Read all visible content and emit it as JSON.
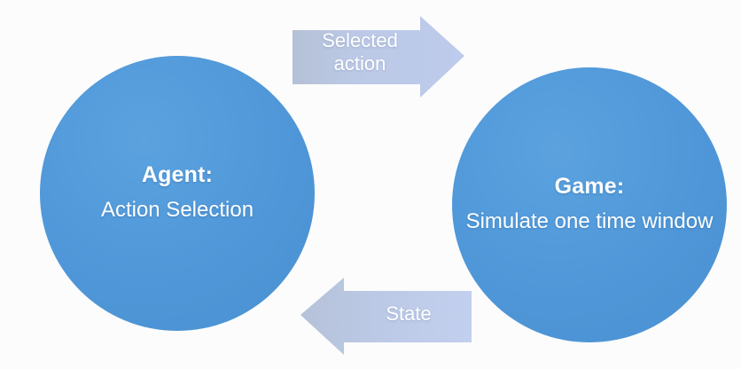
{
  "diagram": {
    "type": "cycle-diagram",
    "background_color": "#fcfcfc",
    "node_color": "#4f97d8",
    "arrow_color": "#b9c8e8",
    "label_color": "#ffffff",
    "nodes": [
      {
        "id": "agent",
        "title": "Agent:",
        "body": "Action\nSelection"
      },
      {
        "id": "game",
        "title": "Game:",
        "body": "Simulate one\ntime window"
      }
    ],
    "arrows": [
      {
        "id": "selected-action",
        "label": "Selected\naction",
        "direction": "right",
        "from": "agent",
        "to": "game"
      },
      {
        "id": "state",
        "label": "State",
        "direction": "left",
        "from": "game",
        "to": "agent"
      }
    ]
  }
}
